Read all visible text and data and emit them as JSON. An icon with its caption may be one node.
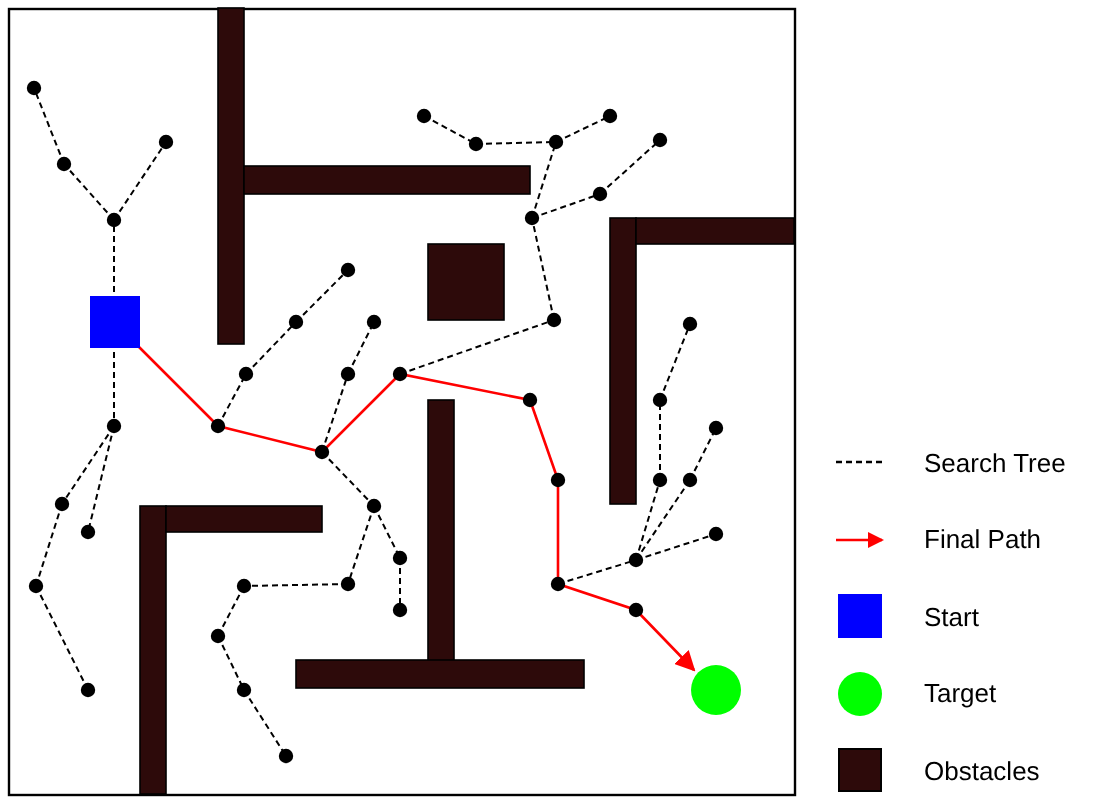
{
  "diagram": {
    "legend": [
      {
        "text": "Search Tree"
      },
      {
        "text": "Final Path"
      },
      {
        "text": "Start",
        "color": "#0000ff"
      },
      {
        "text": "Target",
        "color": "#00ff00"
      },
      {
        "text": "Obstacles",
        "color": "#2d0a0a"
      }
    ]
  }
}
